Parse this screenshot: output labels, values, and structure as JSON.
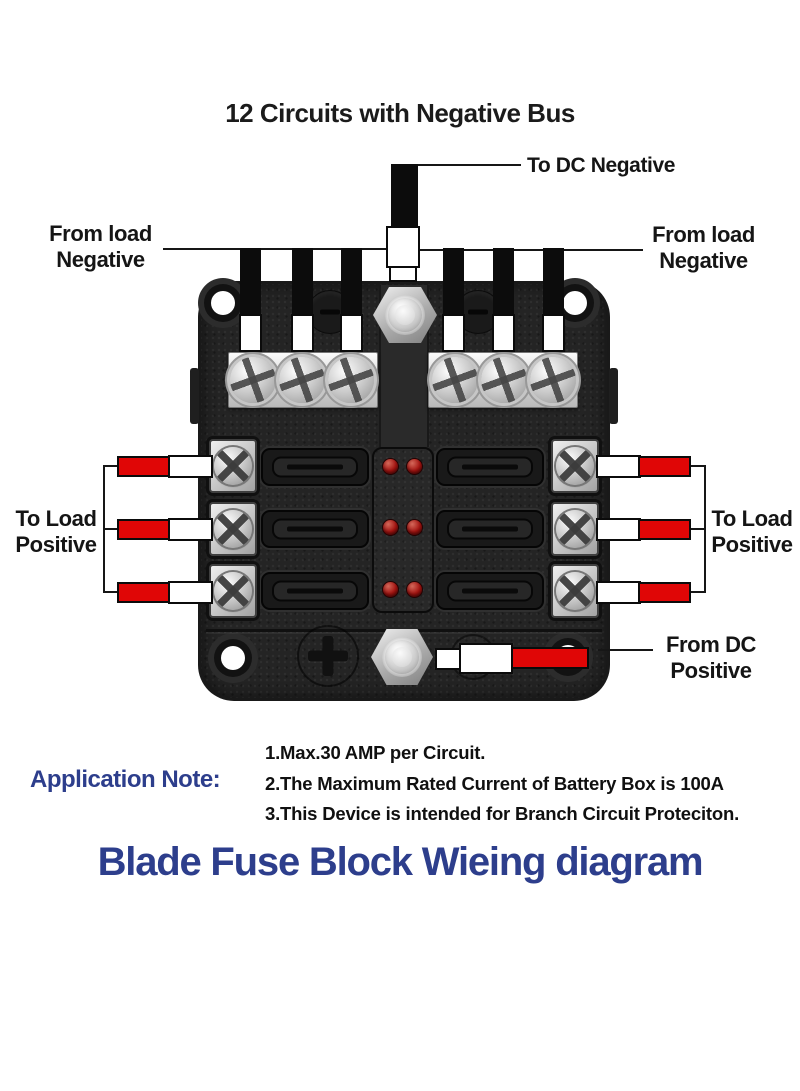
{
  "header": {
    "title": "12 Circuits with Negative Bus"
  },
  "diagram": {
    "labels": {
      "to_dc_negative": "To DC Negative",
      "from_load_negative_left": "From load\nNegative",
      "from_load_negative_right": "From load\nNegative",
      "to_load_positive_left": "To Load\nPositive",
      "to_load_positive_right": "To Load\nPositive",
      "from_dc_positive": "From DC\nPositive"
    }
  },
  "application_note": {
    "label": "Application Note:",
    "items": [
      "1.Max.30 AMP per Circuit.",
      "2.The Maximum Rated Current of Battery Box is 100A",
      "3.This Device is intended for Branch Circuit Proteciton."
    ]
  },
  "footer": {
    "title": "Blade Fuse Block Wieing diagram"
  },
  "colors": {
    "accent_blue": "#2d3e8c",
    "wire_red": "#e00606",
    "led_red": "#a31310",
    "plastic_black": "#242424",
    "text_black": "#151515"
  }
}
